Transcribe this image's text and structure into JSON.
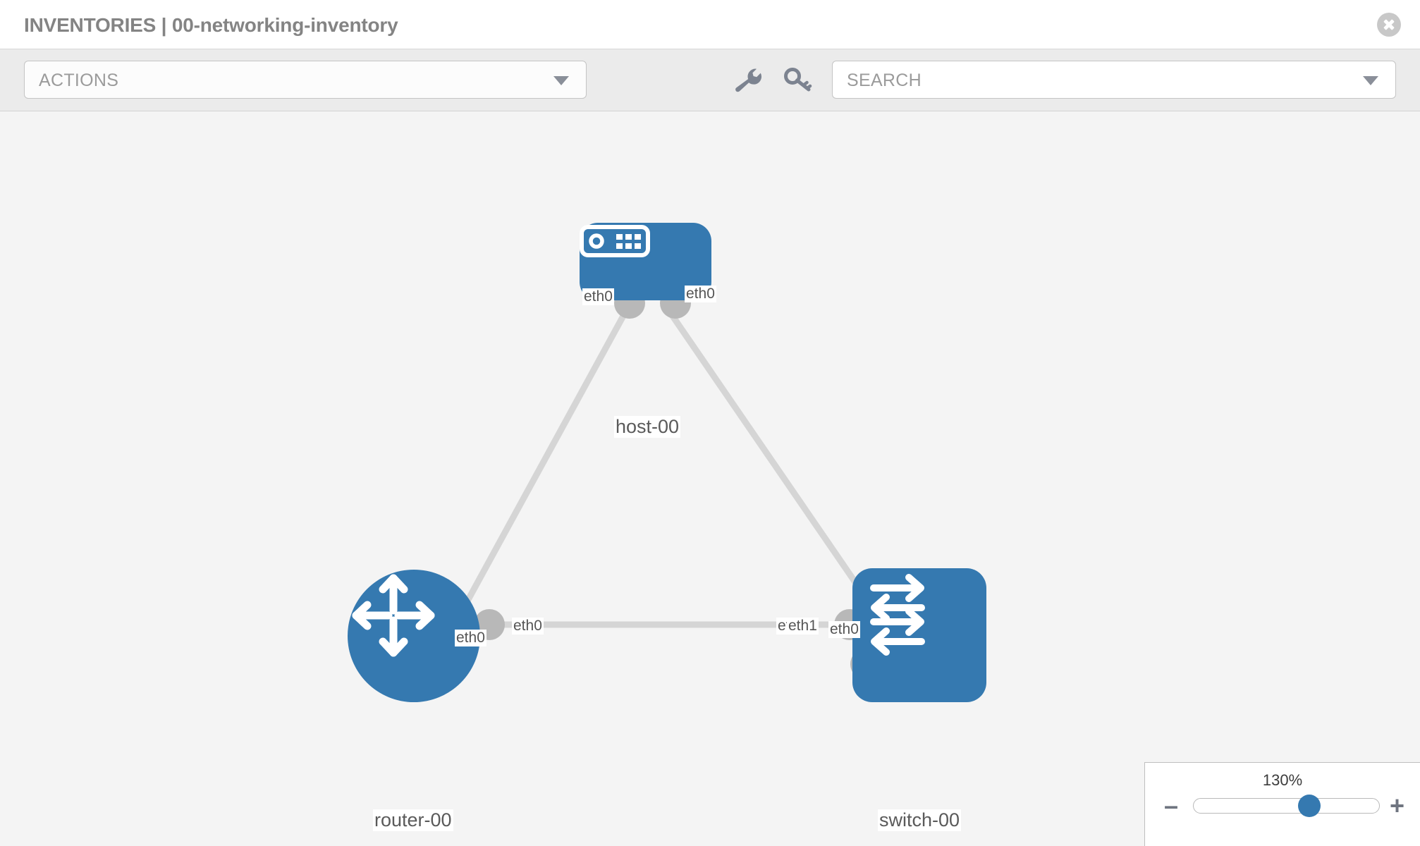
{
  "header": {
    "title": "INVENTORIES | 00-networking-inventory",
    "close_icon": "close-icon"
  },
  "toolbar": {
    "actions_label": "ACTIONS",
    "actions_caret_icon": "chevron-down-icon",
    "wrench_icon": "wrench-icon",
    "key_icon": "key-icon",
    "search_placeholder": "SEARCH",
    "search_value": "",
    "search_caret_icon": "chevron-down-icon"
  },
  "topology": {
    "nodes": [
      {
        "id": "host-00",
        "label": "host-00",
        "type": "host",
        "icon": "server-icon",
        "color": "#3579b0"
      },
      {
        "id": "router-00",
        "label": "router-00",
        "type": "router",
        "icon": "router-arrows-icon",
        "color": "#3579b0"
      },
      {
        "id": "switch-00",
        "label": "switch-00",
        "type": "switch",
        "icon": "switch-arrows-icon",
        "color": "#3579b0"
      }
    ],
    "link_labels": {
      "host_left": "eth0",
      "host_right": "eth0",
      "router_up": "eth0",
      "switch_up": "eth0",
      "router_right": "eth0",
      "switch_left_a": "eth",
      "switch_left_b": "eth1"
    },
    "link_color": "#d5d5d5",
    "port_color": "#b8b8b8"
  },
  "zoom_control": {
    "value_label": "130%",
    "minus_label": "–",
    "plus_label": "+",
    "thumb_position_percent": 62
  }
}
